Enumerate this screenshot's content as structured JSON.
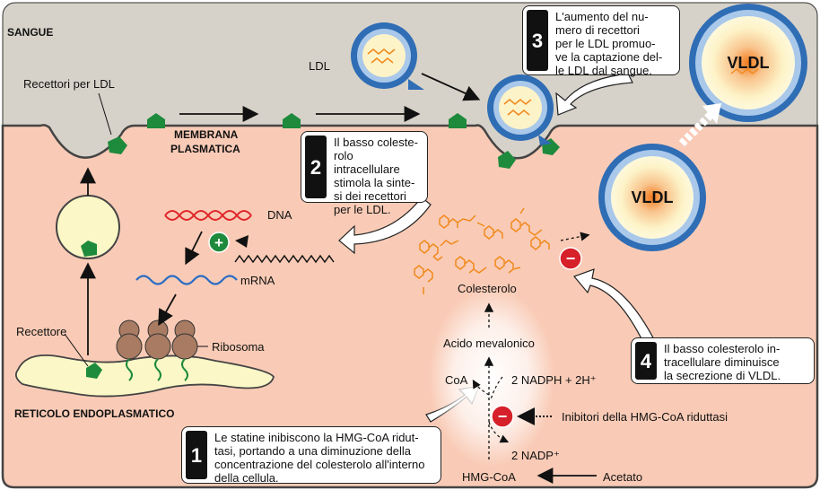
{
  "labels": {
    "blood": "SANGUE",
    "ldl_receptors": "Recettori per LDL",
    "membrane": "MEMBRANA\nPLASMATICA",
    "ldl": "LDL",
    "vldl_outside": "VLDL",
    "vldl_inside": "VLDL",
    "dna": "DNA",
    "mrna": "mRNA",
    "receptor": "Recettore",
    "ribosome": "Ribosoma",
    "er": "RETICOLO ENDOPLASMATICO",
    "cholesterol": "Colesterolo",
    "mevalonic_acid": "Acido mevalonico",
    "coa": "CoA",
    "nadph": "2 NADPH + 2H⁺",
    "nadp": "2 NADP⁺",
    "hmg_coa": "HMG-CoA",
    "acetate": "Acetato",
    "inhibitors": "Inibitori della HMG-CoA riduttasi",
    "plus": "+",
    "minus": "−"
  },
  "callouts": [
    {
      "number": "1",
      "text": "Le statine inibiscono la HMG-CoA ridut-\ntasi, portando a una diminuzione della\nconcentrazione del colesterolo all'interno\ndella cellula."
    },
    {
      "number": "2",
      "text": "Il basso coleste-\nrolo intracellulare\nstimola la sinte-\nsi dei recettori\nper le LDL."
    },
    {
      "number": "3",
      "text": "L'aumento del nu-\nmero di recettori\nper le LDL promuo-\nve la captazione del-\nle LDL dal sangue."
    },
    {
      "number": "4",
      "text": "Il basso colesterolo in-\ntracellulare diminuisce\nla secrezione di VLDL."
    }
  ],
  "colors": {
    "blood_bg": "#d7d2c9",
    "cell_bg": "#f9cbb6",
    "receptor_green": "#1e8a3c",
    "ldl_blue": "#2f6db5",
    "cholesterol_orange": "#f08a1e",
    "dna_red": "#e0262a",
    "mrna_blue": "#2a6cc4",
    "minus_red": "#d6202a",
    "plus_green": "#1e8a3c",
    "er_yellow": "#fbf7c6",
    "ribosome_brown": "#a87b62"
  }
}
